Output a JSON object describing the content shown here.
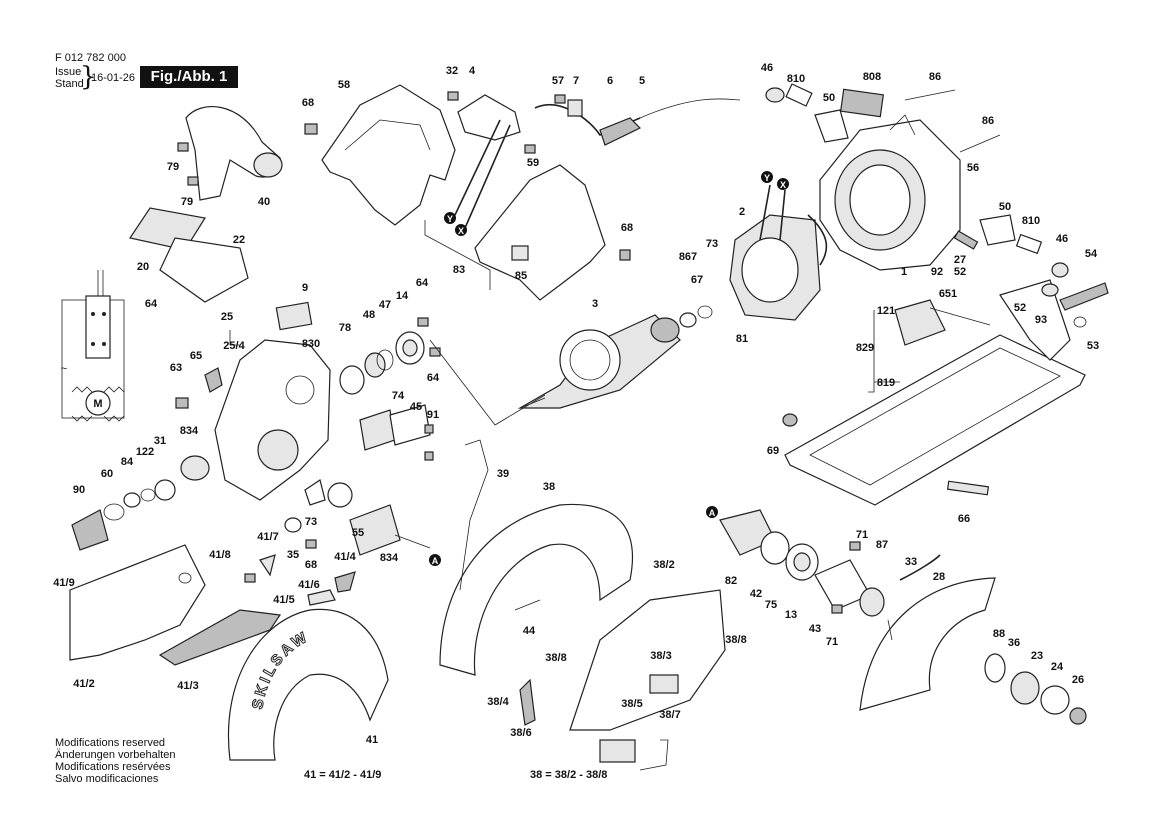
{
  "header": {
    "part_number": "F 012 782 000",
    "issue_label": "Issue",
    "stand_label": "Stand",
    "date": "16-01-26",
    "fig_label": "Fig./Abb. 1"
  },
  "notes": [
    "Modifications reserved",
    "Änderungen vorbehalten",
    "Modifications resérvées",
    "Salvo modificaciones"
  ],
  "equations": {
    "guard_41": "41 = 41/2 - 41/9",
    "guard_38": "38 = 38/2 - 38/8"
  },
  "logo_text": "SKILSAW",
  "markers": {
    "a": "A",
    "x": "X",
    "y": "Y"
  },
  "part_labels": {
    "l_32": "32",
    "l_4": "4",
    "l_57": "57",
    "l_7": "7",
    "l_6": "6",
    "l_5": "5",
    "l_58": "58",
    "l_68a": "68",
    "l_59": "59",
    "l_79a": "79",
    "l_79b": "79",
    "l_40": "40",
    "l_46a": "46",
    "l_810a": "810",
    "l_808": "808",
    "l_86a": "86",
    "l_50a": "50",
    "l_86b": "86",
    "l_56": "56",
    "l_22": "22",
    "l_20": "20",
    "l_64a": "64",
    "l_9": "9",
    "l_83": "83",
    "l_85": "85",
    "l_68b": "68",
    "l_2": "2",
    "l_867": "867",
    "l_73a": "73",
    "l_67": "67",
    "l_50b": "50",
    "l_810b": "810",
    "l_46b": "46",
    "l_54": "54",
    "l_92": "92",
    "l_27": "27",
    "l_1": "1",
    "l_52a": "52",
    "l_52b": "52",
    "l_93": "93",
    "l_53": "53",
    "l_64b": "64",
    "l_47": "47",
    "l_14": "14",
    "l_48": "48",
    "l_78": "78",
    "l_25": "25",
    "l_25_4": "25/4",
    "l_830": "830",
    "l_65": "65",
    "l_63": "63",
    "l_64c": "64",
    "l_3": "3",
    "l_81": "81",
    "l_121": "121",
    "l_651": "651",
    "l_829": "829",
    "l_819": "819",
    "l_74": "74",
    "l_45": "45",
    "l_91": "91",
    "l_834a": "834",
    "l_31": "31",
    "l_122": "122",
    "l_84": "84",
    "l_60": "60",
    "l_90": "90",
    "l_69": "69",
    "l_39": "39",
    "l_38": "38",
    "l_73b": "73",
    "l_55": "55",
    "l_35": "35",
    "l_68c": "68",
    "l_834b": "834",
    "l_41_7": "41/7",
    "l_41_8": "41/8",
    "l_41_4": "41/4",
    "l_41_6": "41/6",
    "l_41_5": "41/5",
    "l_41_9": "41/9",
    "l_41_2": "41/2",
    "l_41_3": "41/3",
    "l_41": "41",
    "l_44": "44",
    "l_38_2": "38/2",
    "l_38_8a": "38/8",
    "l_38_8b": "38/8",
    "l_38_4": "38/4",
    "l_38_3": "38/3",
    "l_38_6": "38/6",
    "l_38_5": "38/5",
    "l_38_7": "38/7",
    "l_66": "66",
    "l_82": "82",
    "l_42": "42",
    "l_75": "75",
    "l_13": "13",
    "l_43": "43",
    "l_71a": "71",
    "l_71b": "71",
    "l_87": "87",
    "l_33": "33",
    "l_28": "28",
    "l_88": "88",
    "l_36": "36",
    "l_23": "23",
    "l_24": "24",
    "l_26": "26"
  }
}
